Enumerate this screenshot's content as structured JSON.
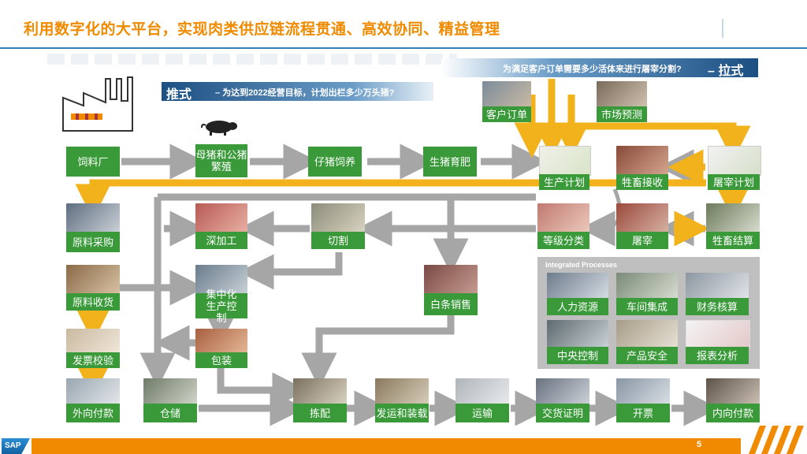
{
  "title": "利用数字化的大平台，实现肉类供应链流程贯通、高效协同、精益管理",
  "push_banner": {
    "big": "推式",
    "small": "– 为达到2022经营目标，计划出栏多少万头猪?"
  },
  "pull_banner": {
    "small": "为满足客户订单需要多少活体来进行屠宰分割?",
    "big": "– 拉式"
  },
  "nodes": {
    "feed_mill": "饲料厂",
    "sow_breeding": "母猪和公猪繁殖",
    "piglet_rearing": "仔猪饲养",
    "hog_finishing": "生猪育肥",
    "customer_order": "客户订单",
    "market_forecast": "市场预测",
    "production_plan": "生产计划",
    "livestock_receipt": "牲畜接收",
    "slaughter_plan": "屠宰计划",
    "material_purchase": "原料采购",
    "deep_processing": "深加工",
    "cutting": "切割",
    "grading": "等级分类",
    "slaughter": "屠宰",
    "livestock_settlement": "牲畜结算",
    "material_receipt": "原料收货",
    "central_control": "集中化生产控制",
    "carcass_sales": "白条销售",
    "invoice_verify": "发票校验",
    "packaging": "包装",
    "outbound_payment": "外向付款",
    "warehousing": "仓储",
    "picking": "拣配",
    "shipping_loading": "发运和装载",
    "transport": "运输",
    "delivery_proof": "交货证明",
    "invoicing": "开票",
    "inbound_payment": "内向付款"
  },
  "integrated": {
    "title": "Integrated Processes",
    "items": [
      "人力资源",
      "车间集成",
      "财务核算",
      "中央控制",
      "产品安全",
      "报表分析"
    ]
  },
  "footer": {
    "page": "5",
    "logo": "SAP"
  },
  "colors": {
    "accent": "#f08a00",
    "box": "#3a9a3a",
    "arrow_gray": "#a6a6a6",
    "arrow_yellow": "#f2b21b",
    "rule": "#2f7fb2"
  }
}
